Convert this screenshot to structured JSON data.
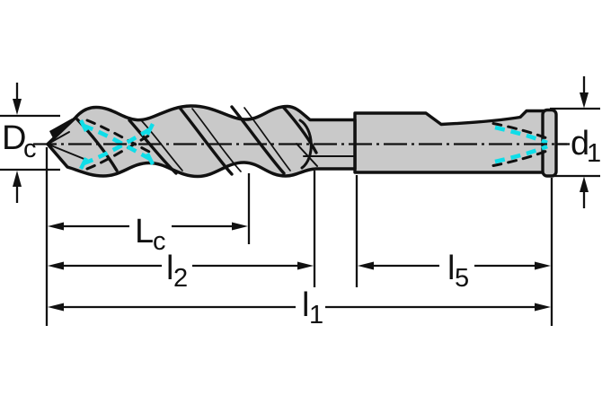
{
  "figure": {
    "kind": "technical-drawing",
    "subject": "twist-drill-with-coolant-channels-dimension-diagram"
  },
  "colors": {
    "background": "#ffffff",
    "body_fill": "#c9c9c9",
    "outline": "#111111",
    "dimension": "#111111",
    "coolant": "#0fdde8"
  },
  "dimensions": {
    "dc": {
      "base": "D",
      "sub": "c"
    },
    "d1": {
      "base": "d",
      "sub": "1"
    },
    "lc": {
      "base": "L",
      "sub": "c"
    },
    "l2": {
      "base": "l",
      "sub": "2"
    },
    "l5": {
      "base": "l",
      "sub": "5"
    },
    "l1": {
      "base": "l",
      "sub": "1"
    }
  }
}
